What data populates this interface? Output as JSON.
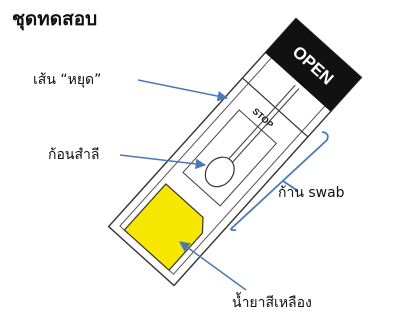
{
  "title": "ชุดทดสอบ",
  "device": {
    "cap_text": "OPEN",
    "stop_text": "STOP"
  },
  "labels": {
    "stop_line": "เส้น “หยุด”",
    "cotton_ball": "ก้อนสำลี",
    "swab_stick": "ก้าน swab",
    "yellow_fluid": "น้ำยาสีเหลือง"
  },
  "colors": {
    "arrow": "#4a79b5",
    "fluid": "#f7e600",
    "outline": "#333333",
    "cap": "#111111",
    "bracket": "#4a79b5"
  }
}
